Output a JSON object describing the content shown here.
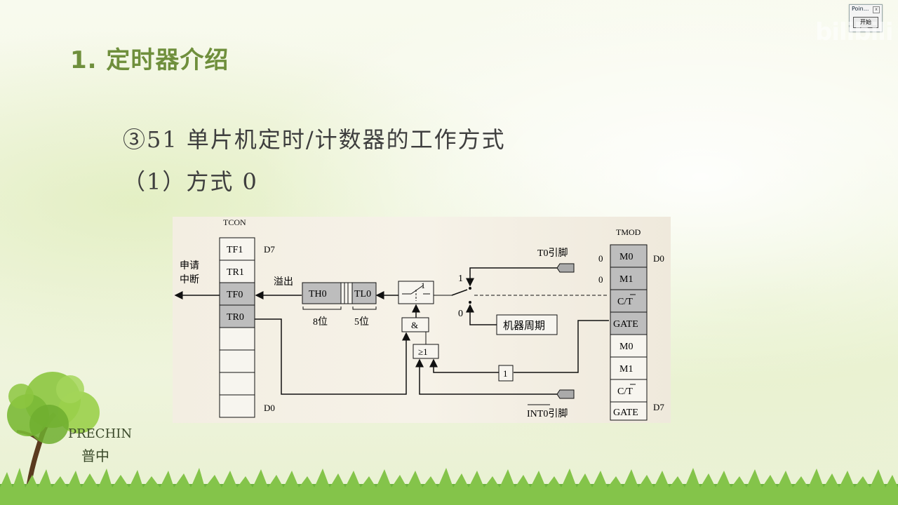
{
  "slide": {
    "title": "1. 定时器介绍",
    "subtitle": "③51 单片机定时/计数器的工作方式",
    "mode_label": "（1）方式 0"
  },
  "ppt_widget": {
    "title": "Poin...",
    "close": "x",
    "start_button": "开始"
  },
  "watermark": "bilibili",
  "brand": {
    "name": "PRECHIN",
    "cn": "普中"
  },
  "colors": {
    "title_green": "#6f8f3c",
    "text_dark": "#3e3e3e",
    "register_gray": "#bdbdbd"
  },
  "diagram": {
    "tcon": {
      "title": "TCON",
      "cells": [
        "TF1",
        "TR1",
        "TF0",
        "TR0",
        "",
        "",
        "",
        ""
      ],
      "top_bit": "D7",
      "bottom_bit": "D0"
    },
    "tmod": {
      "title": "TMOD",
      "cells": [
        "M0",
        "M1",
        "C/T",
        "GATE",
        "M0",
        "M1",
        "C/T",
        "GATE"
      ],
      "top_bit": "D0",
      "bottom_bit": "D7",
      "m0_value": "0",
      "m1_value": "0"
    },
    "irq_label_1": "申请",
    "irq_label_2": "中断",
    "overflow": "溢出",
    "th0": "TH0",
    "tl0": "TL0",
    "th0_bits": "8位",
    "tl0_bits": "5位",
    "switch_label": "1",
    "and_gate": "&",
    "or_gate": "≥1",
    "not_gate": "1",
    "t0_pin": "T0引脚",
    "int0_pin": "INT0引脚",
    "machine_cycle": "机器周期",
    "sel_1": "1",
    "sel_0": "0"
  }
}
